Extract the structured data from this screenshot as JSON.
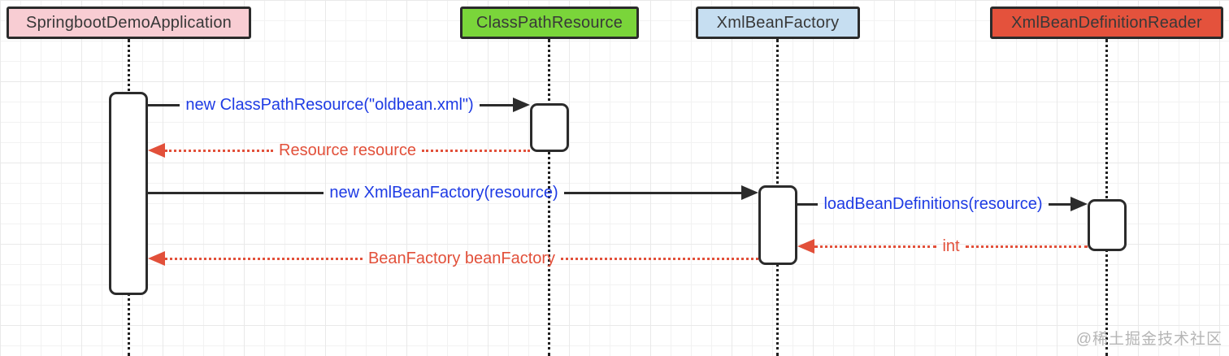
{
  "diagram_type": "uml-sequence",
  "participants": [
    {
      "id": "springboot-demo-application",
      "label": "SpringbootDemoApplication",
      "header_color": "#f8cdd3"
    },
    {
      "id": "class-path-resource",
      "label": "ClassPathResource",
      "header_color": "#7ad53a"
    },
    {
      "id": "xml-bean-factory",
      "label": "XmlBeanFactory",
      "header_color": "#c6def1"
    },
    {
      "id": "xml-bean-definition-reader",
      "label": "XmlBeanDefinitionReader",
      "header_color": "#e4523c"
    }
  ],
  "messages": [
    {
      "label": "new ClassPathResource(\"oldbean.xml\")",
      "type": "sync",
      "from": "SpringbootDemoApplication",
      "to": "ClassPathResource"
    },
    {
      "label": "Resource resource",
      "type": "return",
      "from": "ClassPathResource",
      "to": "SpringbootDemoApplication"
    },
    {
      "label": "new XmlBeanFactory(resource)",
      "type": "sync",
      "from": "SpringbootDemoApplication",
      "to": "XmlBeanFactory"
    },
    {
      "label": "loadBeanDefinitions(resource)",
      "type": "sync",
      "from": "XmlBeanFactory",
      "to": "XmlBeanDefinitionReader"
    },
    {
      "label": "int",
      "type": "return",
      "from": "XmlBeanDefinitionReader",
      "to": "XmlBeanFactory"
    },
    {
      "label": "BeanFactory beanFactory",
      "type": "return",
      "from": "XmlBeanFactory",
      "to": "SpringbootDemoApplication"
    }
  ],
  "watermark": "@稀土掘金技术社区",
  "colors": {
    "line_dark": "#2b2b2b",
    "lifeline": "#1f1f1f",
    "sync_text": "#1e3be4",
    "return_text": "#e2503a",
    "return_arrow": "#e2503a"
  }
}
